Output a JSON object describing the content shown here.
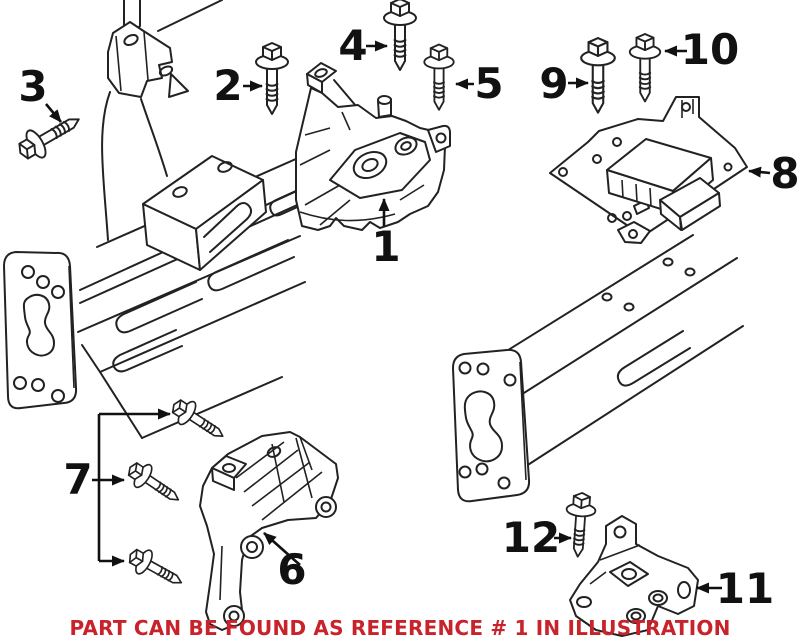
{
  "diagram": {
    "kind": "parts-illustration",
    "colors": {
      "line": "#222222",
      "background": "#ffffff",
      "caption": "#c8222a"
    },
    "caption": {
      "text": "PART CAN BE FOUND AS REFERENCE # 1 IN ILLUSTRATION",
      "color": "#c8222a"
    },
    "labels": [
      {
        "ref": "1"
      },
      {
        "ref": "2"
      },
      {
        "ref": "3"
      },
      {
        "ref": "4"
      },
      {
        "ref": "5"
      },
      {
        "ref": "6"
      },
      {
        "ref": "7"
      },
      {
        "ref": "8"
      },
      {
        "ref": "9"
      },
      {
        "ref": "10"
      },
      {
        "ref": "11"
      },
      {
        "ref": "12"
      }
    ]
  }
}
